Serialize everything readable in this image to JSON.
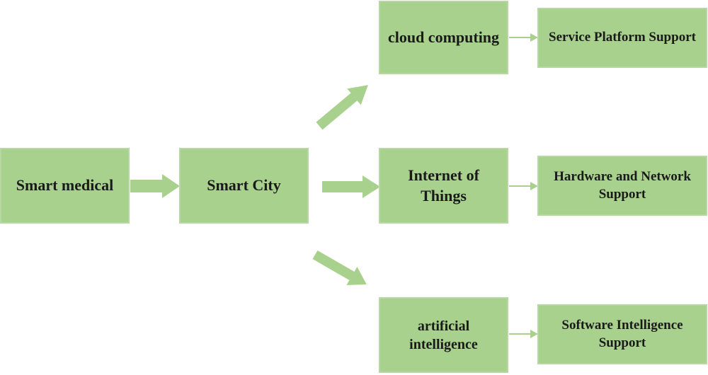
{
  "diagram": {
    "nodes": {
      "smart_medical": "Smart medical",
      "smart_city": "Smart City",
      "cloud_computing": "cloud computing",
      "iot": "Internet of\nThings",
      "ai": "artificial\nintelligence",
      "service_platform": "Service Platform Support",
      "hardware_network": "Hardware and Network\nSupport",
      "software_intelligence": "Software Intelligence\nSupport"
    },
    "colors": {
      "box_fill": "#a9d18e",
      "box_border": "#b7d7a3",
      "arrow": "#a9d18e"
    }
  }
}
